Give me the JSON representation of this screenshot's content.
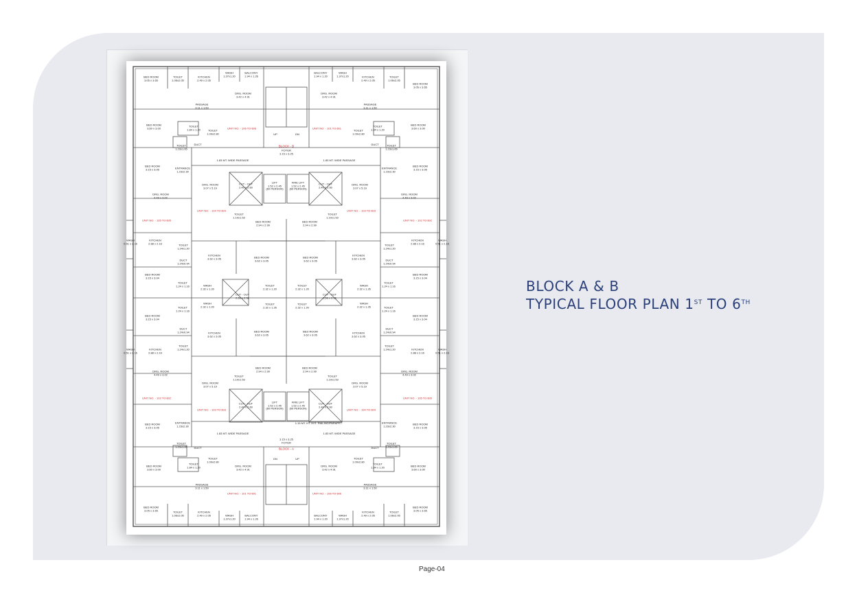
{
  "title": {
    "line1": "BLOCK A & B",
    "line2_prefix": "TYPICAL FLOOR PLAN 1",
    "sup1": "ST",
    "line2_middle": " TO 6",
    "sup2": "TH"
  },
  "page_number": "Page-04",
  "plan": {
    "rooms": {
      "bed_room": "BED ROOM",
      "kitchen": "KITCHEN",
      "toilet": "TOILET",
      "wash": "WASH",
      "balcony": "BALCONY",
      "drg_room": "DRG. ROOM",
      "passage": "PASSAGE",
      "entrance": "ENTRANCE",
      "duct": "DUCT",
      "lift": "LIFT",
      "fire_lift": "FIRE LIFT",
      "cut_out": "CUT - OUT",
      "foyer": "FOYER",
      "ws": "W.S."
    },
    "wide_passage": "1.83 MT. WIDE PASSAGE",
    "railing": "1.15 MT. HT. M.S. RAILING/PARAPET",
    "up": "UP",
    "dn": "DN",
    "block_b": "BLOCK - B",
    "block_a": "BLOCK - A",
    "persons": "(60 PERSON)",
    "units": {
      "u1": "UNIT NO. - 106 TO 606",
      "u2": "UNIT NO. - 101 TO 601",
      "u3": "UNIT NO. - 104 TO 604",
      "u4": "UNIT NO. - 103 TO 603",
      "u5": "UNIT NO. - 105 TO 605",
      "u6": "UNIT NO. - 102 TO 602",
      "u7": "UNIT NO. - 102 TO 602",
      "u8": "UNIT NO. - 105 TO 605",
      "u9": "UNIT NO. - 103 TO 603",
      "u10": "UNIT NO. - 104 TO 604",
      "u11": "UNIT NO. - 101 TO 601",
      "u12": "UNIT NO. - 106 TO 606"
    },
    "dims": {
      "d_305x365": "3.05 x 3.65",
      "d_106x205": "1.06x2.05",
      "d_249x205": "2.49 x 2.05",
      "d_137x120": "1.37x1.20",
      "d_194x120": "1.94 x 1.20",
      "d_194x126": "1.94 x 1.26",
      "d_342x491": "3.42 x 4.91",
      "d_311x150": "3.11 x 1.50",
      "d_360x300": "3.60 x 3.00",
      "d_184x120": "1.84 x 1.20",
      "d_109x280": "1.09x2.80",
      "d_123x165": "1.23x1.65",
      "d_315x325": "3.15 x 3.25",
      "d_315x305": "3.15 x 3.05",
      "d_123x230": "1.23x2.30",
      "d_449x302": "4.49 x 3.02",
      "d_307x519": "3.07 x 5.19",
      "d_240x260": "2.40 x 2.60",
      "d_152x245": "1.52 x 2.45",
      "d_110x153": "1.10x1.53",
      "d_294x299": "2.94 x 2.99",
      "d_051x216": "0.51 x 2.16",
      "d_288x216": "2.88 x 2.16",
      "d_124x120": "1.24x1.20",
      "d_124x094": "1.24x0.94",
      "d_362x305": "3.62 x 3.05",
      "d_315x304": "3.15 x 3.04",
      "d_124x116": "1.24 x 1.16",
      "d_232x120": "2.32 x 1.20",
      "d_232x126": "2.32 x 1.26",
      "d_256x256": "2.56 x 2.56"
    }
  }
}
